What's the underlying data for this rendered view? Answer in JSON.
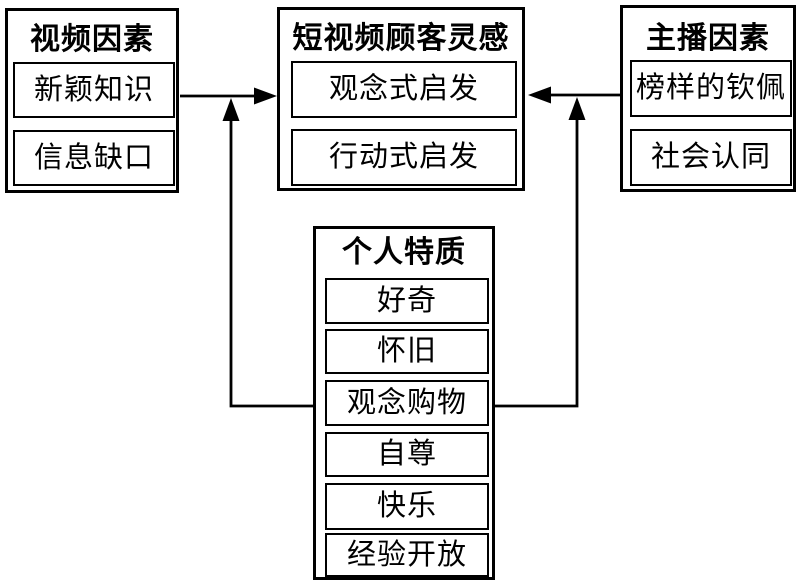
{
  "figure": {
    "background_color": "#ffffff",
    "line_color": "#000000",
    "boxes": {
      "video_factors": {
        "title": "视频因素",
        "items": [
          "新颖知识",
          "信息缺口"
        ]
      },
      "customer_inspiration": {
        "title": "短视频顾客灵感",
        "items": [
          "观念式启发",
          "行动式启发"
        ]
      },
      "anchor_factors": {
        "title": "主播因素",
        "items": [
          "榜样的钦佩",
          "社会认同"
        ]
      },
      "personal_traits": {
        "title": "个人特质",
        "items": [
          "好奇",
          "怀旧",
          "观念购物",
          "自尊",
          "快乐",
          "经验开放"
        ]
      }
    },
    "relations": [
      {
        "from": "video_factors",
        "to": "customer_inspiration",
        "type": "direct-arrow"
      },
      {
        "from": "anchor_factors",
        "to": "customer_inspiration",
        "type": "direct-arrow"
      },
      {
        "from": "personal_traits",
        "to": "video_factors->customer_inspiration",
        "type": "moderating-arrow"
      },
      {
        "from": "personal_traits",
        "to": "anchor_factors->customer_inspiration",
        "type": "moderating-arrow"
      }
    ]
  }
}
